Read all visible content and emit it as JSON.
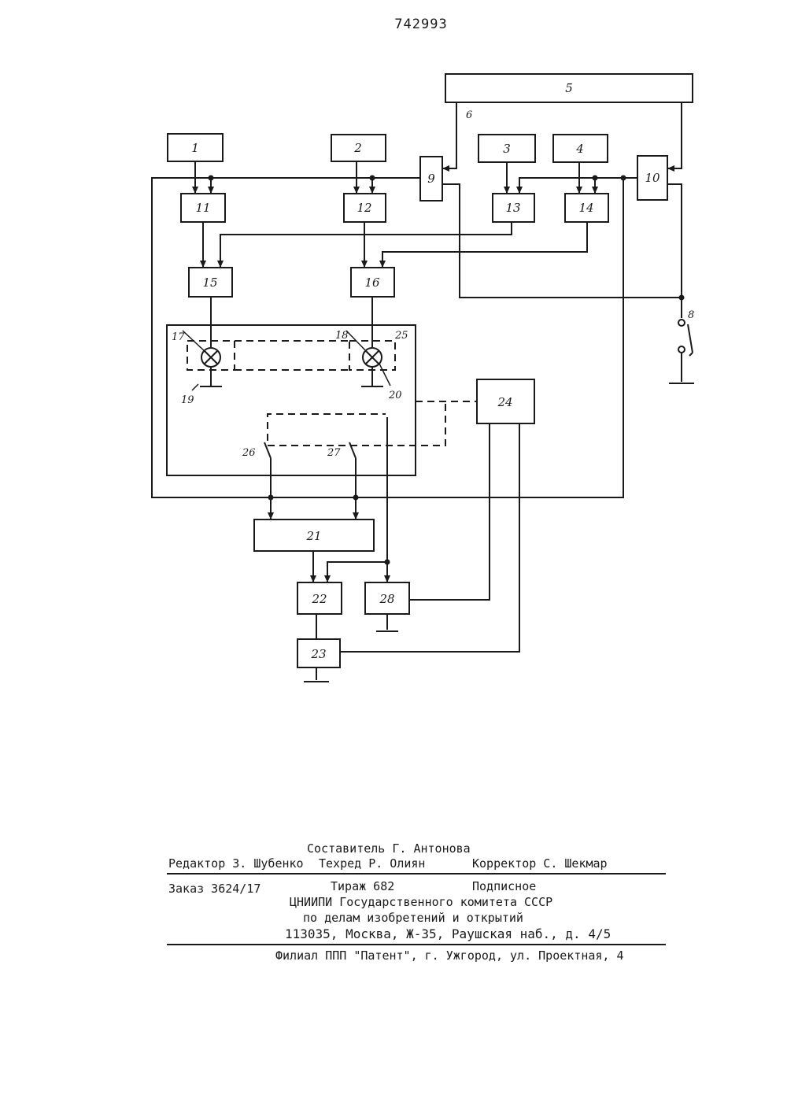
{
  "patent_number": "742993",
  "blocks": [
    {
      "id": "b1",
      "label": "1"
    },
    {
      "id": "b2",
      "label": "2"
    },
    {
      "id": "b3",
      "label": "3"
    },
    {
      "id": "b4",
      "label": "4"
    },
    {
      "id": "b5",
      "label": "5"
    },
    {
      "id": "b9",
      "label": "9"
    },
    {
      "id": "b10",
      "label": "10"
    },
    {
      "id": "b11",
      "label": "11"
    },
    {
      "id": "b12",
      "label": "12"
    },
    {
      "id": "b13",
      "label": "13"
    },
    {
      "id": "b14",
      "label": "14"
    },
    {
      "id": "b15",
      "label": "15"
    },
    {
      "id": "b16",
      "label": "16"
    },
    {
      "id": "b21",
      "label": "21"
    },
    {
      "id": "b22",
      "label": "22"
    },
    {
      "id": "b23",
      "label": "23"
    },
    {
      "id": "b24",
      "label": "24"
    },
    {
      "id": "b28",
      "label": "28"
    }
  ],
  "labels": {
    "l6": "6",
    "l8": "8",
    "l17": "17",
    "l18": "18",
    "l19": "19",
    "l20": "20",
    "l25": "25",
    "l26": "26",
    "l27": "27"
  },
  "footer": {
    "compiler": "Составитель Г. Антонова",
    "editor": "Редактор З. Шубенко",
    "techred": "Техред Р. Олиян",
    "corrector": "Корректор  С. Шекмар",
    "order": "Заказ 3624/17",
    "circulation": "Тираж 682",
    "subscription": "Подписное",
    "org_line1": "ЦНИИПИ Государственного комитета СССР",
    "org_line2": "по делам изобретений и открытий",
    "address": "113035, Москва, Ж-35, Раушская наб., д. 4/5",
    "branch": "Филиал ППП \"Патент\", г. Ужгород, ул. Проектная, 4"
  }
}
